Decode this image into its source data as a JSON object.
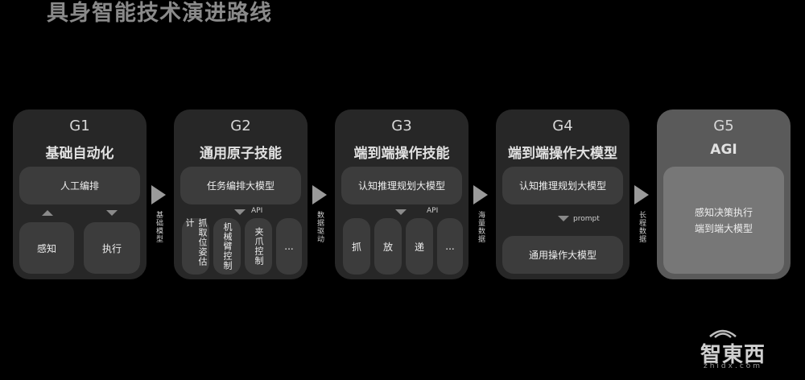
{
  "title": "具身智能技术演进路线",
  "stages": [
    {
      "id": "G1",
      "name": "基础自动化",
      "top_box": "人工编排",
      "bottom_boxes": [
        "感知",
        "执行"
      ]
    },
    {
      "id": "G2",
      "name": "通用原子技能",
      "top_box": "任务编排大模型",
      "link_label": "API",
      "bottom_boxes": [
        "抓取位姿估计",
        "机械臂控制",
        "夹爪控制",
        "..."
      ]
    },
    {
      "id": "G3",
      "name": "端到端操作技能",
      "top_box": "认知推理规划大模型",
      "link_label": "API",
      "bottom_boxes": [
        "抓",
        "放",
        "递",
        "..."
      ]
    },
    {
      "id": "G4",
      "name": "端到端操作大模型",
      "top_box": "认知推理规划大模型",
      "link_label": "prompt",
      "bottom_box": "通用操作大模型"
    },
    {
      "id": "G5",
      "name": "AGI",
      "main_box_lines": [
        "感知决策执行",
        "端到端大模型"
      ]
    }
  ],
  "arrows": [
    "基础模型",
    "数据驱动",
    "海量数据",
    "长程数据"
  ],
  "logo": {
    "text": "智東西",
    "url": "zhidx.com"
  }
}
